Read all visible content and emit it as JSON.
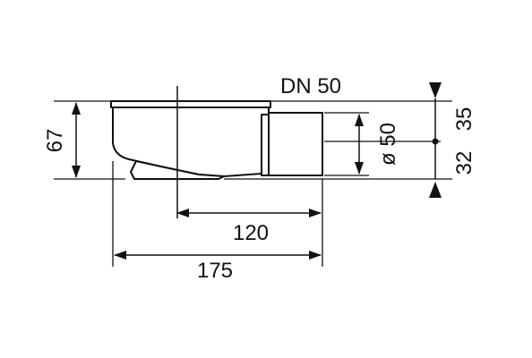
{
  "drawing": {
    "label_dn": "DN 50",
    "label_width_total": "175",
    "label_width_outlet": "120",
    "label_height_total": "67",
    "label_outlet_diameter": "ø 50",
    "label_height_upper": "35",
    "label_height_lower": "32"
  },
  "colors": {
    "line": "#111111",
    "body_fill": "#f4f4f4",
    "background": "#ffffff"
  }
}
